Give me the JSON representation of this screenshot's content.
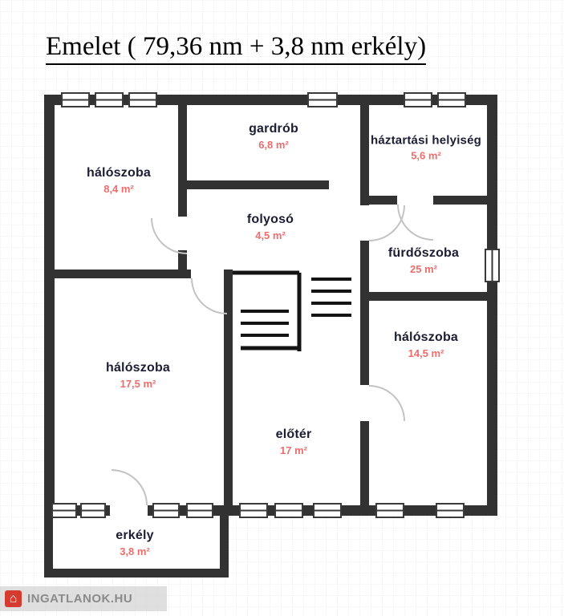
{
  "title": "Emelet ( 79,36 nm + 3,8 nm erkély)",
  "rooms": [
    {
      "id": "haloszoba-1",
      "name": "hálószoba",
      "area": "8,4 m²"
    },
    {
      "id": "gardrob",
      "name": "gardrób",
      "area": "6,8 m²"
    },
    {
      "id": "haztartasi-helyiseg",
      "name": "háztartási helyiség",
      "area": "5,6 m²"
    },
    {
      "id": "folyoso",
      "name": "folyosó",
      "area": "4,5 m²"
    },
    {
      "id": "furdoszoba",
      "name": "fürdőszoba",
      "area": "25 m²"
    },
    {
      "id": "haloszoba-2",
      "name": "hálószoba",
      "area": "14,5 m²"
    },
    {
      "id": "haloszoba-3",
      "name": "hálószoba",
      "area": "17,5 m²"
    },
    {
      "id": "eloter",
      "name": "előtér",
      "area": "17 m²"
    },
    {
      "id": "erkely",
      "name": "erkély",
      "area": "3,8 m²"
    }
  ],
  "colors": {
    "wall": "#323232",
    "room_name": "#1c1c33",
    "room_area": "#ee6d6d",
    "watermark_red": "#d63b2f"
  },
  "watermark": {
    "text": "INGATLANOK.HU",
    "house_glyph": "⌂"
  }
}
